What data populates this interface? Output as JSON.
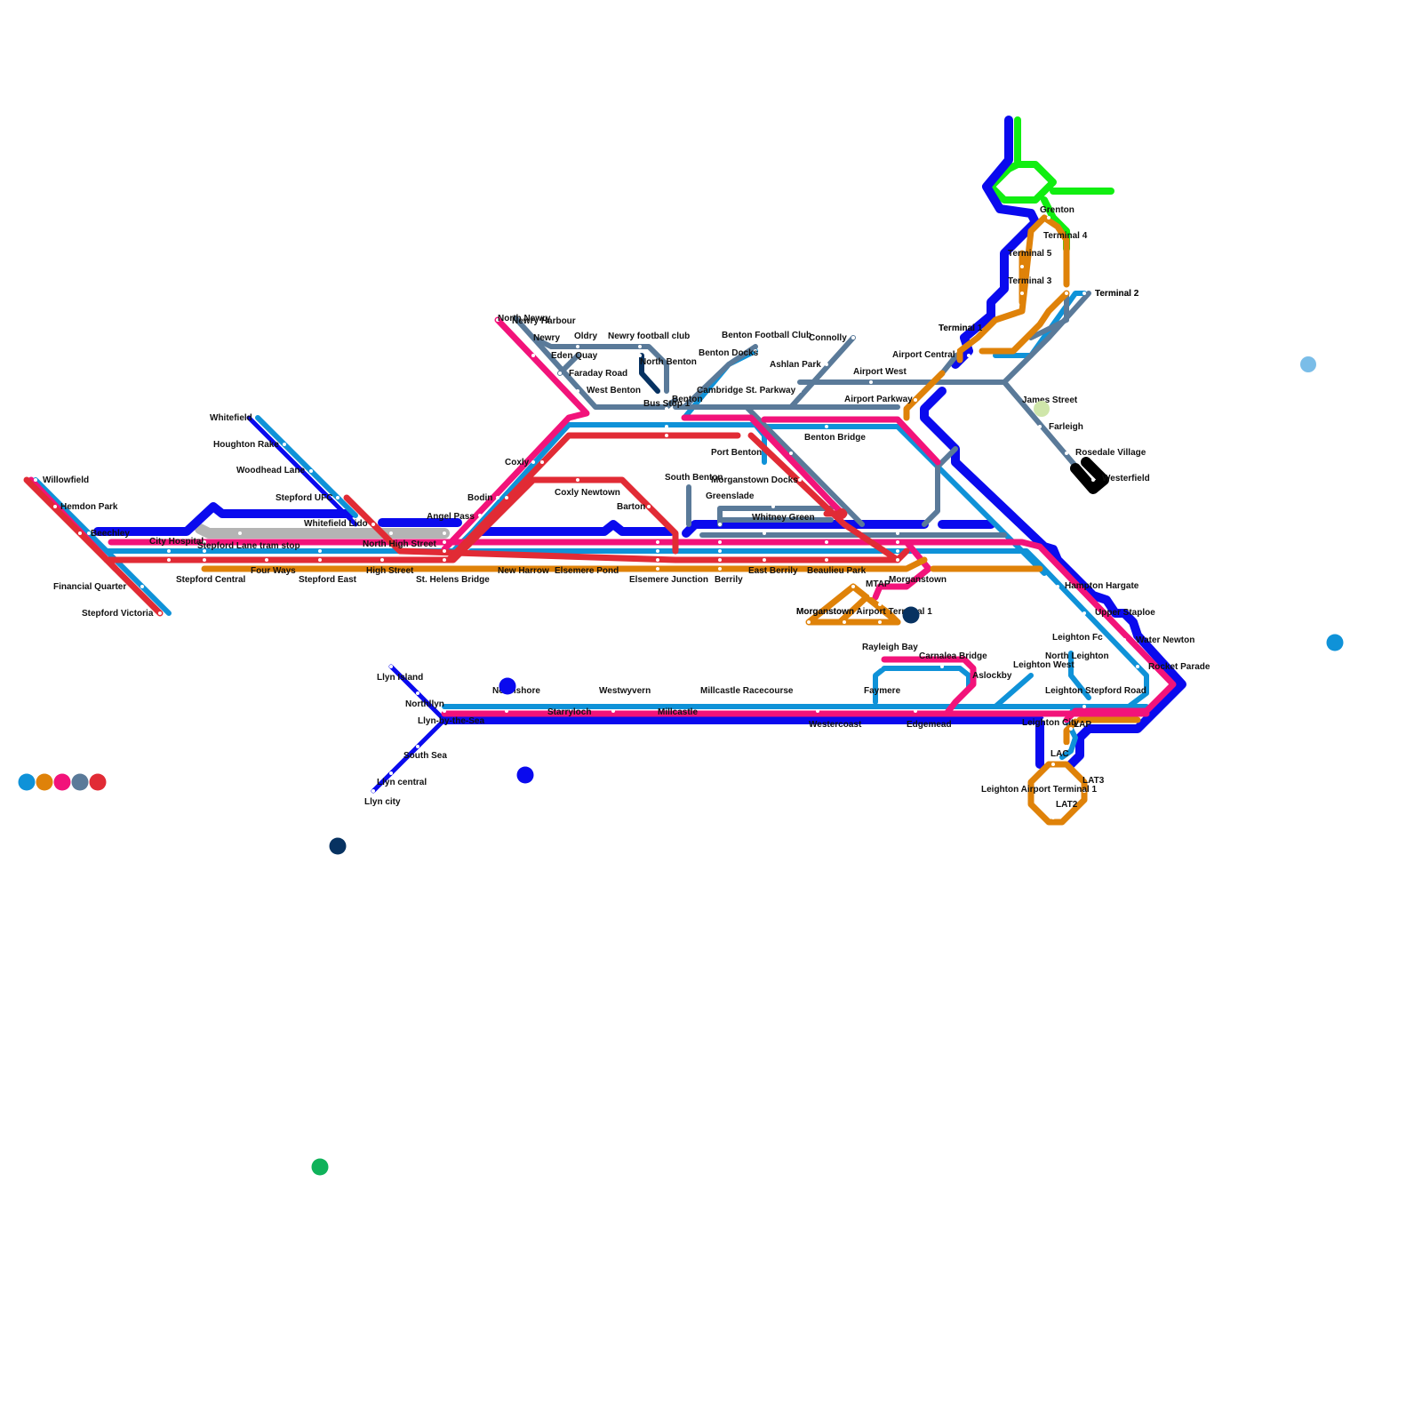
{
  "map": {
    "colors": {
      "blue": "#0a0aee",
      "cyan": "#0f92d8",
      "magenta": "#f2137a",
      "red": "#e12b35",
      "orange": "#df8209",
      "slate": "#5a7a99",
      "green": "#11ee11",
      "navy": "#073261",
      "black": "#000000",
      "grey": "#b4b4b4"
    },
    "legend_dots": [
      "cyan",
      "orange",
      "magenta",
      "slate",
      "red"
    ],
    "stations": [
      "Willowfield",
      "Hemdon Park",
      "Beechley",
      "City Hospital",
      "Financial Quarter",
      "Stepford Victoria",
      "Whitefield",
      "Houghton Rake",
      "Woodhead Lane",
      "Stepford UFC",
      "Whitefield Lido",
      "Stepford Lane tram stop",
      "Stepford Central",
      "Four Ways",
      "Stepford East",
      "High Street",
      "North High Street",
      "Angel Pass",
      "Bodin",
      "Coxly",
      "St. Helens Bridge",
      "Coxly Newtown",
      "New Harrow",
      "Elsemere Pond",
      "Barton",
      "Elsemere Junction",
      "Berrily",
      "East Berrily",
      "Beaulieu Park",
      "South Benton",
      "Greenslade",
      "Whitney Green",
      "Morganstown Docks",
      "Port Benton",
      "Benton Bridge",
      "North Newry",
      "Newry Harbour",
      "Newry",
      "Oldry",
      "Eden Quay",
      "Faraday Road",
      "West Benton",
      "Newry football club",
      "North Benton",
      "Benton",
      "Bus Stop 1",
      "Benton Football Club",
      "Benton Docks",
      "Cambridge St. Parkway",
      "Connolly",
      "Ashlan Park",
      "Airport West",
      "Airport Parkway",
      "Airport Central",
      "Terminal 1",
      "Terminal 2",
      "Terminal 3",
      "Terminal 5",
      "Terminal 4",
      "Grenton",
      "James Street",
      "Farleigh",
      "Rosedale Village",
      "Westerfield",
      "Terminal 2",
      "MTAP",
      "Morganstown",
      "Morganstown Airport Terminal 1",
      "Hampton Hargate",
      "Upper Staploe",
      "Water Newton",
      "Rocket Parade",
      "Leighton Fc",
      "North Leighton",
      "Leighton West",
      "Leighton Stepford Road",
      "Leighton City",
      "LAP",
      "LAC",
      "Leighton Airport Terminal 1",
      "LAT2",
      "LAT3",
      "Rayleigh Bay",
      "Carnalea Bridge",
      "Aslockby",
      "Faymere",
      "Edgemead",
      "Westercoast",
      "Millcastle Racecourse",
      "Millcastle",
      "Westwyvern",
      "Starryloch",
      "Northshore",
      "Llyn Island",
      "Northllyn",
      "Llyn-by-the-Sea",
      "South Sea",
      "Llyn central",
      "Llyn city",
      "Morganstown",
      "Terminal"
    ]
  }
}
